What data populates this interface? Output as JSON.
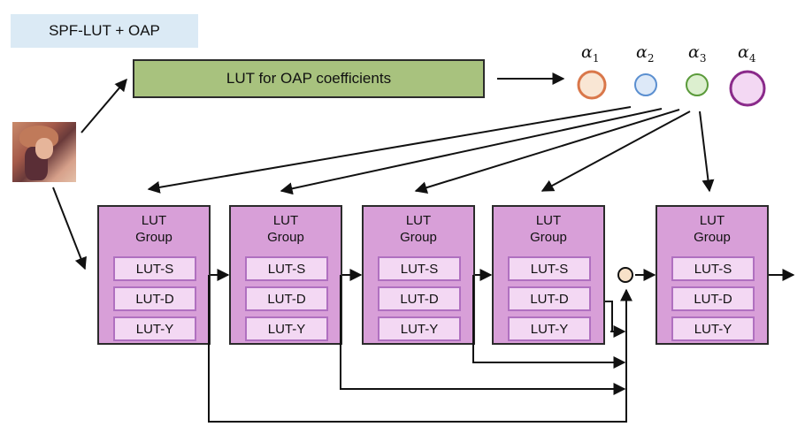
{
  "title": "SPF-LUT + OAP",
  "lut_bar": "LUT for OAP coefficients",
  "alphas": [
    {
      "symbol": "α",
      "index": "1",
      "color": "#d9774a",
      "fill": "#f9e6d4"
    },
    {
      "symbol": "α",
      "index": "2",
      "color": "#5b8fd0",
      "fill": "#dde9f8"
    },
    {
      "symbol": "α",
      "index": "3",
      "color": "#5a9a3a",
      "fill": "#dcefcf"
    },
    {
      "symbol": "α",
      "index": "4",
      "color": "#8a2a8a",
      "fill": "#f3d8f3"
    }
  ],
  "groups": [
    {
      "title_line1": "LUT",
      "title_line2": "Group",
      "s": "LUT-S",
      "d": "LUT-D",
      "y": "LUT-Y"
    },
    {
      "title_line1": "LUT",
      "title_line2": "Group",
      "s": "LUT-S",
      "d": "LUT-D",
      "y": "LUT-Y"
    },
    {
      "title_line1": "LUT",
      "title_line2": "Group",
      "s": "LUT-S",
      "d": "LUT-D",
      "y": "LUT-Y"
    },
    {
      "title_line1": "LUT",
      "title_line2": "Group",
      "s": "LUT-S",
      "d": "LUT-D",
      "y": "LUT-Y"
    },
    {
      "title_line1": "LUT",
      "title_line2": "Group",
      "s": "LUT-S",
      "d": "LUT-D",
      "y": "LUT-Y"
    }
  ]
}
